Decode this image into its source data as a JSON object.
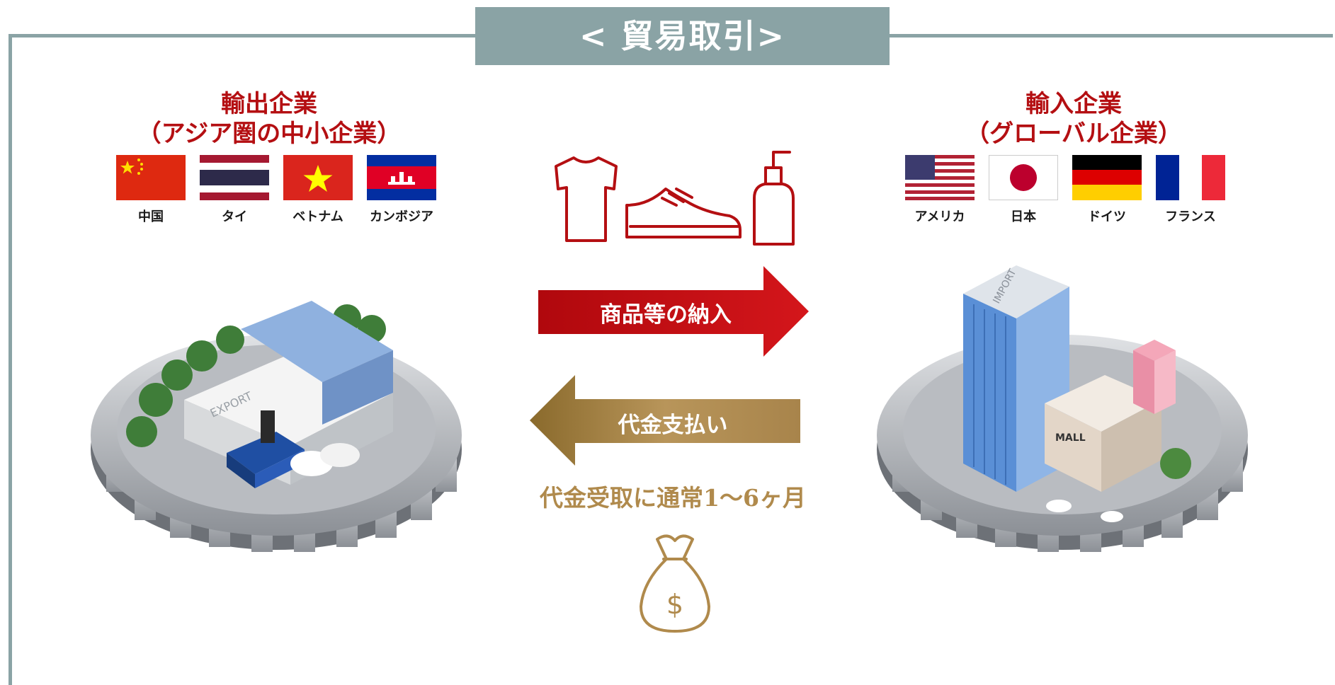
{
  "title": "< 貿易取引>",
  "exporter": {
    "title_line1": "輸出企業",
    "title_line2": "（アジア圏の中小企業）",
    "countries": [
      "中国",
      "タイ",
      "ベトナム",
      "カンボジア"
    ],
    "scene_sign": "EXPORT"
  },
  "importer": {
    "title_line1": "輸入企業",
    "title_line2": "（グローバル企業）",
    "countries": [
      "アメリカ",
      "日本",
      "ドイツ",
      "フランス"
    ],
    "scene_sign": "IMPORT",
    "mall_sign": "MALL"
  },
  "flows": {
    "goods_label": "商品等の納入",
    "payment_label": "代金支払い",
    "payment_term": "代金受取に通常1〜6ヶ月"
  },
  "icons": [
    "tshirt-icon",
    "sneaker-icon",
    "bottle-icon",
    "money-bag-icon"
  ],
  "colors": {
    "accent_red": "#b40f12",
    "gold": "#b08a4c",
    "header_bg": "#8aa3a5"
  }
}
